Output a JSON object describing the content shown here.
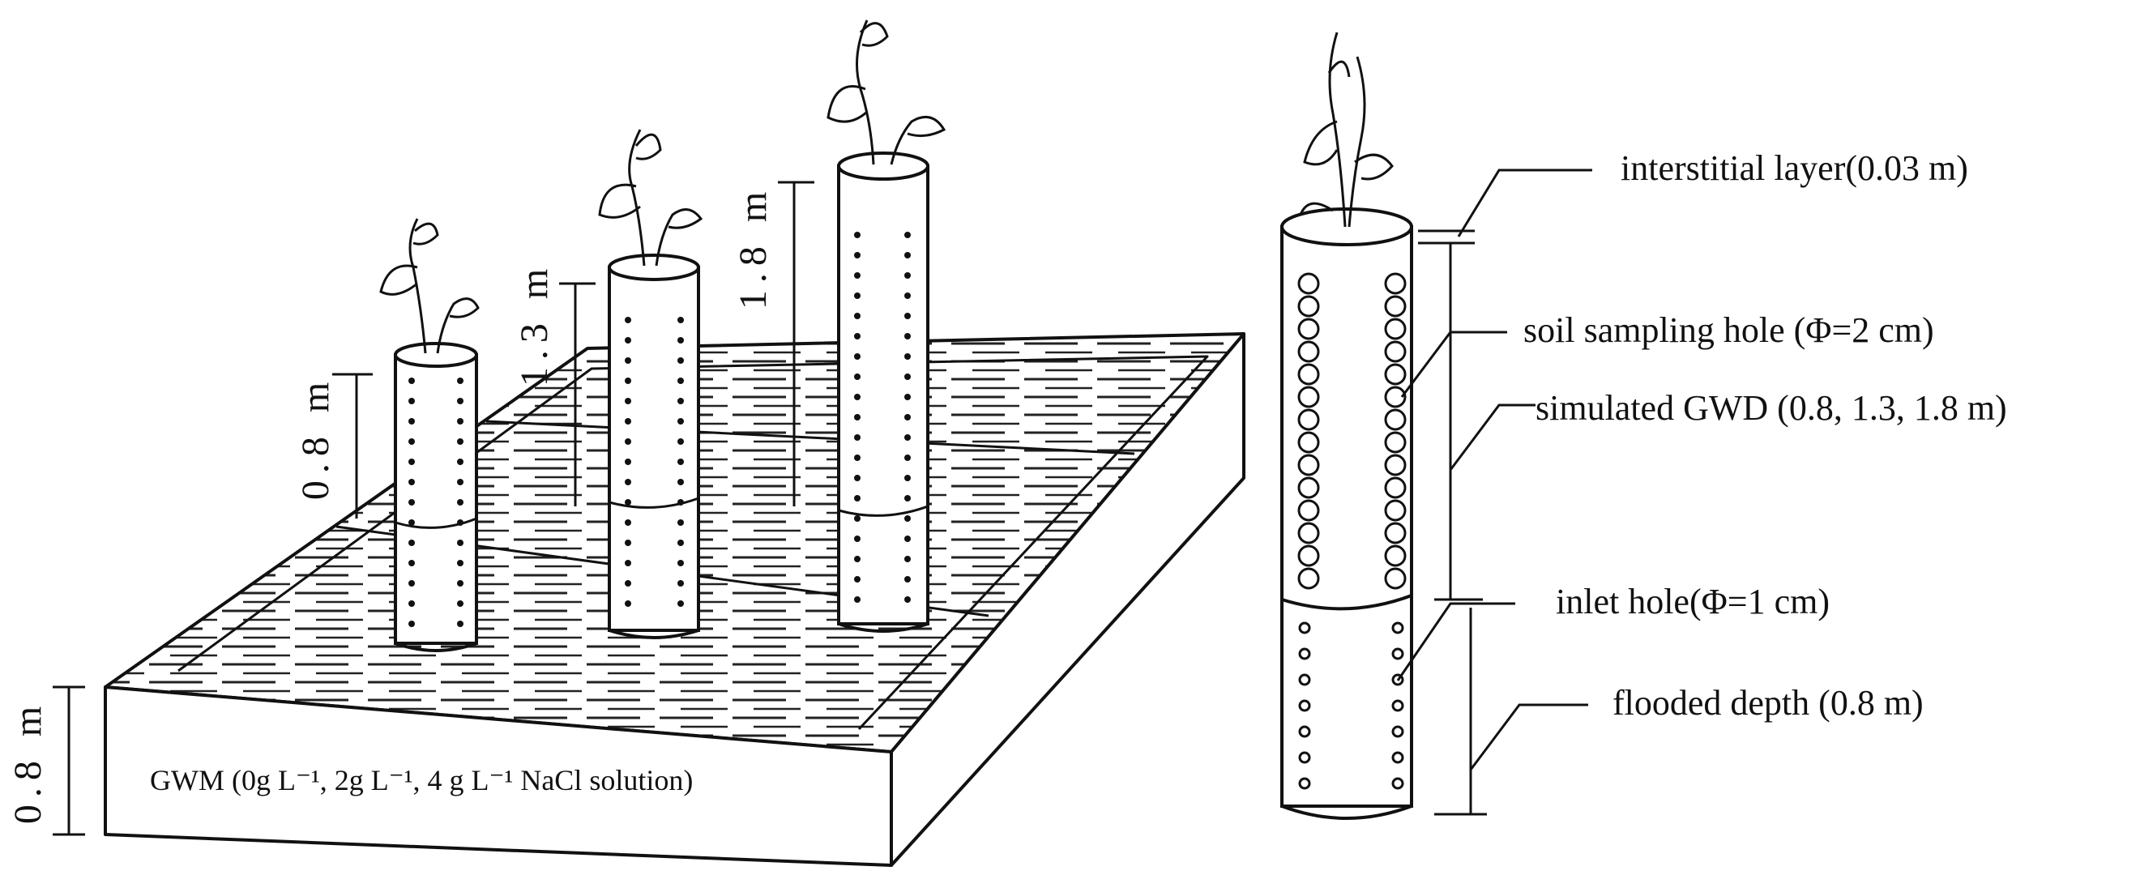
{
  "scale_labels": {
    "left_column": "0.8 m",
    "middle_column": "1.3 m",
    "right_column": "1.8 m",
    "tank_depth": "0.8 m"
  },
  "tank_label": "GWM (0g L⁻¹, 2g L⁻¹, 4 g L⁻¹ NaCl solution)",
  "callouts": {
    "interstitial_layer": "interstitial layer(0.03 m)",
    "soil_sampling_hole": "soil sampling hole (Φ=2 cm)",
    "simulated_gwd": "simulated GWD (0.8, 1.3, 1.8 m)",
    "inlet_hole": "inlet hole(Φ=1 cm)",
    "flooded_depth": "flooded depth (0.8 m)"
  },
  "colors": {
    "ink": "#111111",
    "paper": "#ffffff"
  }
}
